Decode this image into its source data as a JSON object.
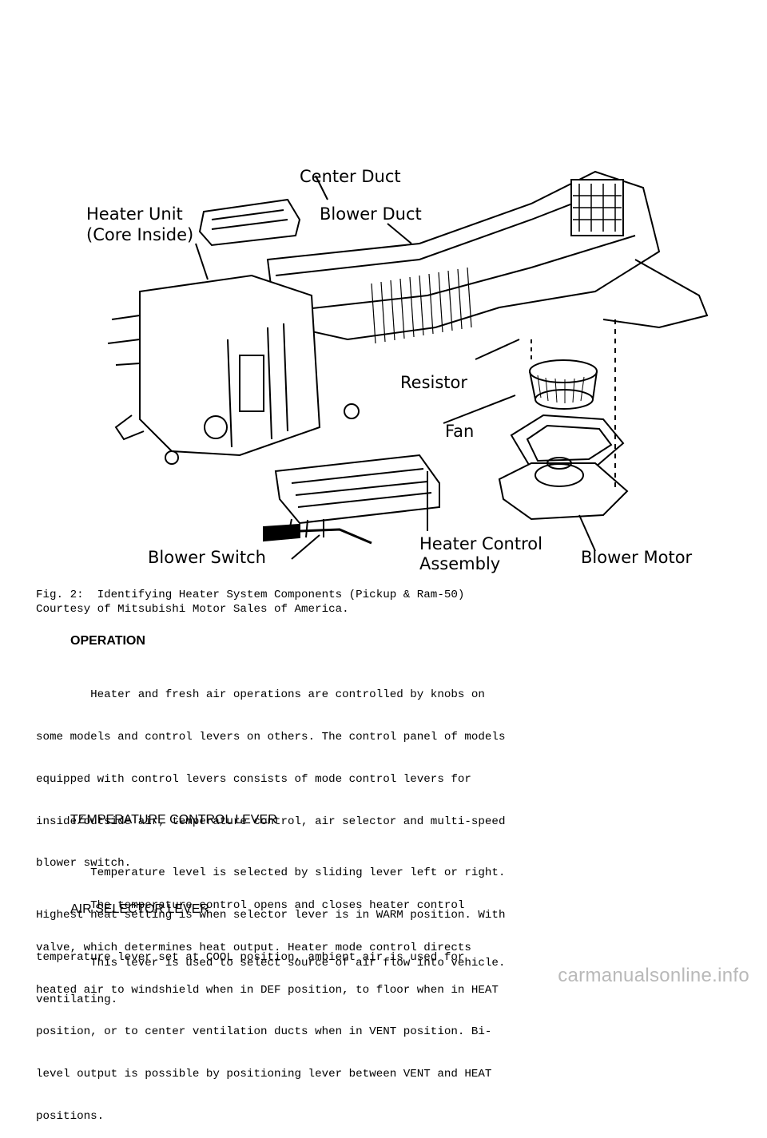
{
  "figure": {
    "labels": {
      "center_duct": "Center Duct",
      "heater_unit_line1": "Heater Unit",
      "heater_unit_line2": "(Core Inside)",
      "blower_duct": "Blower Duct",
      "resistor": "Resistor",
      "fan": "Fan",
      "blower_switch": "Blower Switch",
      "heater_control_line1": "Heater Control",
      "heater_control_line2": "Assembly",
      "blower_motor": "Blower Motor"
    },
    "caption_line1": "Fig. 2:  Identifying Heater System Components (Pickup & Ram-50)",
    "caption_line2": "Courtesy of Mitsubishi Motor Sales of America."
  },
  "sections": {
    "operation": {
      "heading": "OPERATION",
      "lines": [
        "        Heater and fresh air operations are controlled by knobs on",
        "some models and control levers on others. The control panel of models",
        "equipped with control levers consists of mode control levers for",
        "inside/outside air, temperature control, air selector and multi-speed",
        "blower switch.",
        "        The temperature control opens and closes heater control",
        "valve, which determines heat output. Heater mode control directs",
        "heated air to windshield when in DEF position, to floor when in HEAT",
        "position, or to center ventilation ducts when in VENT position. Bi-",
        "level output is possible by positioning lever between VENT and HEAT",
        "positions."
      ]
    },
    "temperature": {
      "heading": "TEMPERATURE CONTROL LEVER",
      "lines": [
        "        Temperature level is selected by sliding lever left or right.",
        "Highest heat setting is when selector lever is in WARM position. With",
        "temperature lever set at COOL position, ambient air is used for",
        "ventilating."
      ]
    },
    "air_selector": {
      "heading": "AIR SELECTOR LEVER",
      "lines": [
        "        This lever is used to select source of air flow into vehicle."
      ]
    }
  },
  "watermark": "carmanualsonline.info"
}
